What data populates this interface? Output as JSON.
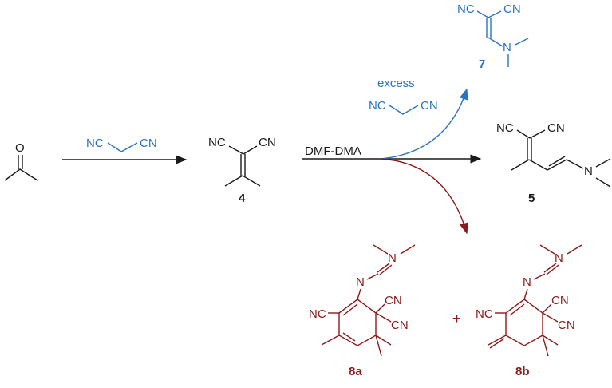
{
  "colors": {
    "black": "#1a1a1a",
    "blue": "#2a73c0",
    "red": "#8b1a1a"
  },
  "acetone": {
    "atom_O": "O"
  },
  "step1": {
    "reagent_left": "NC",
    "reagent_right": "CN"
  },
  "compound4": {
    "nc": "NC",
    "cn": "CN",
    "label": "4"
  },
  "step2": {
    "reagent": "DMF-DMA"
  },
  "blue_branch": {
    "excess": "excess",
    "reagent_left": "NC",
    "reagent_right": "CN"
  },
  "compound7": {
    "nc": "NC",
    "cn": "CN",
    "n": "N",
    "label": "7"
  },
  "compound5": {
    "nc": "NC",
    "cn": "CN",
    "n": "N",
    "label": "5"
  },
  "compound8a": {
    "n_top": "N",
    "n_imine": "N",
    "nc": "NC",
    "cn1": "CN",
    "cn2": "CN",
    "label": "8a"
  },
  "plus": "+",
  "compound8b": {
    "n_top": "N",
    "n_imine": "N",
    "nc": "NC",
    "cn1": "CN",
    "cn2": "CN",
    "label": "8b"
  }
}
